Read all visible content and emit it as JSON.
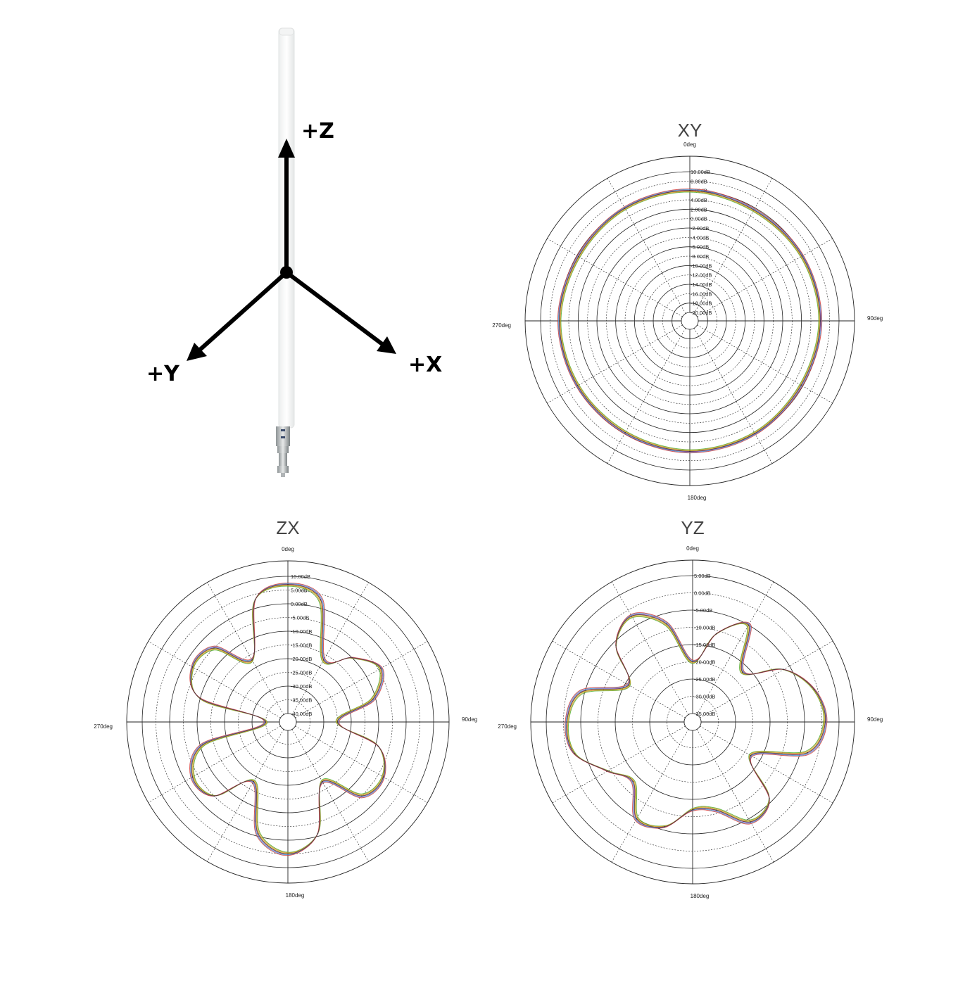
{
  "axes_figure": {
    "labels": {
      "z": "+Z",
      "x": "+X",
      "y": "+Y"
    },
    "arrow_color": "#000000",
    "antenna_color": "#f7f8f8"
  },
  "trace_colors": [
    "#4caf2a",
    "#e08a2a",
    "#c9c22a",
    "#b84ab8",
    "#3a9ad9",
    "#d23a3a"
  ],
  "chart_data": [
    {
      "type": "polar",
      "title": "XY",
      "angle_labels": {
        "top": "0deg",
        "right": "90deg",
        "bottom": "180deg",
        "left": "270deg"
      },
      "radial_ticks": [
        "10.00dB",
        "8.00dB",
        "6.00dB",
        "4.00dB",
        "2.00dB",
        "0.00dB",
        "-2.00dB",
        "-4.00dB",
        "-6.00dB",
        "-8.00dB",
        "-10.00dB",
        "-12.00dB",
        "-14.00dB",
        "-16.00dB",
        "-18.00dB",
        "-20.00dB"
      ],
      "rlim": [
        -20,
        10
      ],
      "theta_deg": [
        0,
        30,
        60,
        90,
        120,
        150,
        180,
        210,
        240,
        270,
        300,
        330
      ],
      "gain_db": [
        6,
        5.5,
        5.8,
        6,
        5.6,
        5.9,
        6,
        5.7,
        5.8,
        6,
        5.6,
        5.9
      ]
    },
    {
      "type": "polar",
      "title": "ZX",
      "angle_labels": {
        "top": "0deg",
        "right": "90deg",
        "bottom": "180deg",
        "left": "270deg"
      },
      "radial_ticks": [
        "10.00dB",
        "5.00dB",
        "0.00dB",
        "-5.00dB",
        "-10.00dB",
        "-15.00dB",
        "-20.00dB",
        "-25.00dB",
        "-30.00dB",
        "-35.00dB",
        "-40.00dB"
      ],
      "rlim": [
        -40,
        10
      ],
      "theta_deg": [
        0,
        15,
        30,
        45,
        60,
        75,
        90,
        105,
        120,
        135,
        150,
        165,
        180,
        195,
        210,
        225,
        240,
        255,
        270,
        285,
        300,
        315,
        330,
        345
      ],
      "gain_db": [
        7,
        3,
        -17,
        -10,
        -4,
        -11,
        -25,
        -9,
        -3,
        -5,
        -18,
        -1,
        5,
        -1,
        -18,
        -5,
        -3,
        -11,
        -35,
        -10,
        -3,
        -5,
        -17,
        3
      ]
    },
    {
      "type": "polar",
      "title": "YZ",
      "angle_labels": {
        "top": "0deg",
        "right": "90deg",
        "bottom": "180deg",
        "left": "270deg"
      },
      "radial_ticks": [
        "5.00dB",
        "0.00dB",
        "-5.00dB",
        "-10.00dB",
        "-15.00dB",
        "-20.00dB",
        "-25.00dB",
        "-30.00dB",
        "-35.00dB"
      ],
      "rlim": [
        -35,
        5
      ],
      "theta_deg": [
        0,
        15,
        30,
        45,
        60,
        75,
        90,
        105,
        120,
        135,
        150,
        165,
        180,
        195,
        210,
        225,
        240,
        255,
        270,
        285,
        300,
        315,
        330,
        345
      ],
      "gain_db": [
        -20,
        -11,
        -5,
        -17,
        -7,
        -1,
        1,
        -3,
        -18,
        -6,
        -4,
        -11,
        -12,
        -6,
        -5,
        -13,
        -9,
        -2,
        -1,
        -4,
        -16,
        -6,
        -2,
        -8
      ]
    }
  ]
}
